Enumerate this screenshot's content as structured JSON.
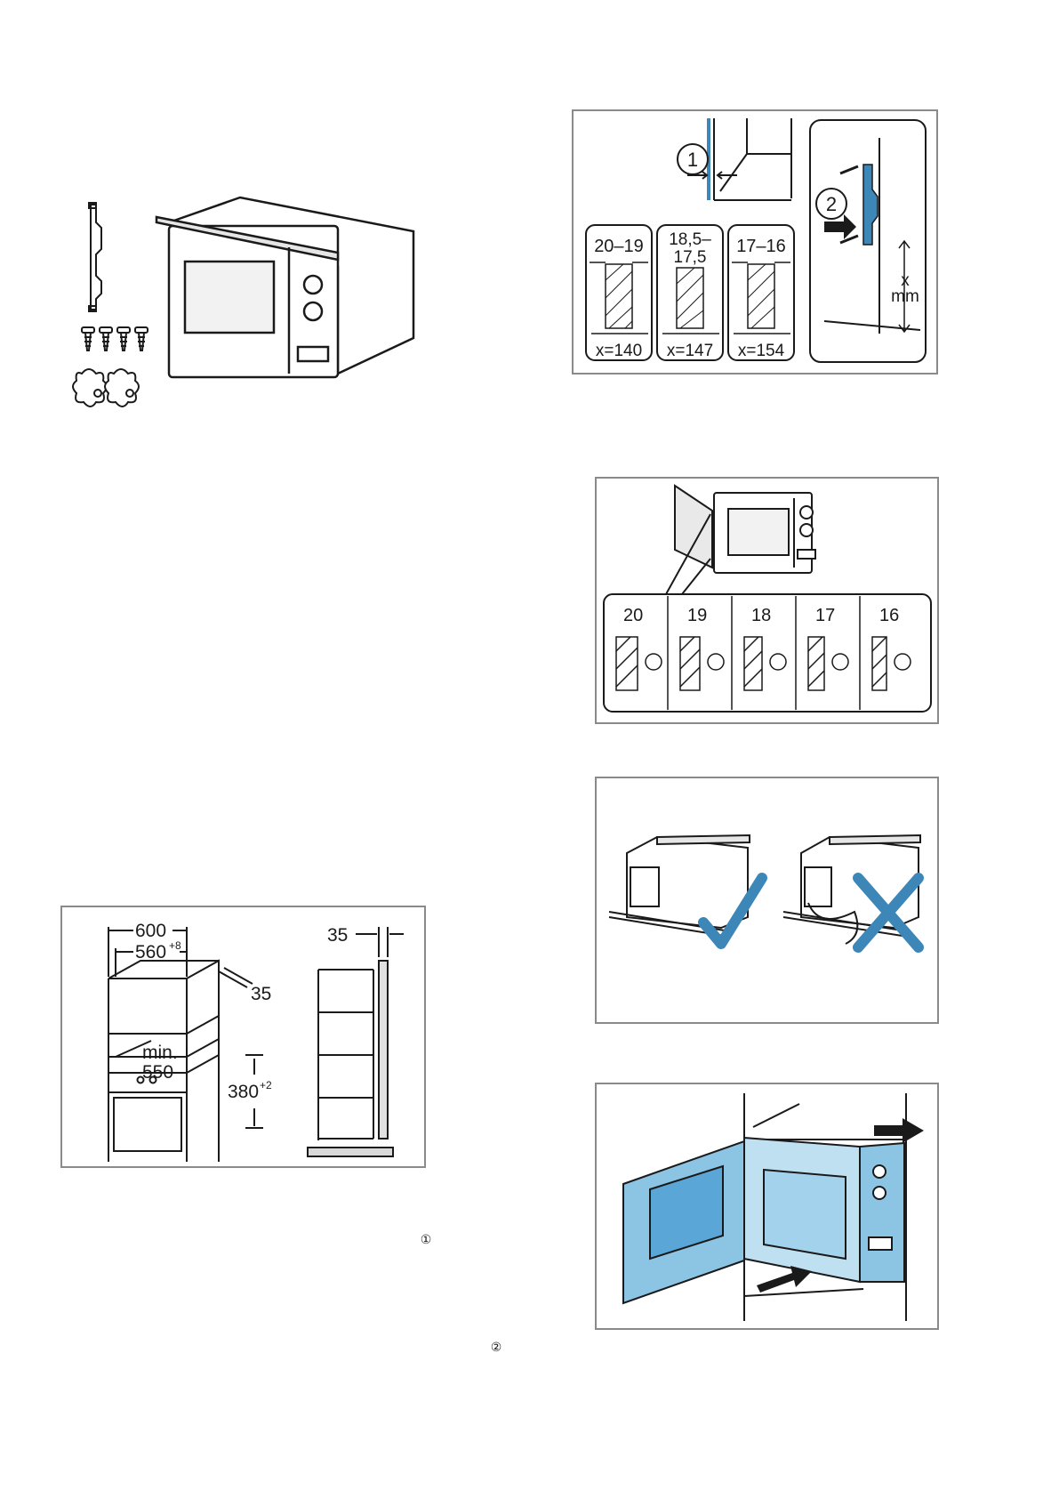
{
  "fig_wall": {
    "callouts": [
      "1",
      "2"
    ],
    "panels": [
      {
        "top1": "20–19",
        "top2": "",
        "bottom": "x=140"
      },
      {
        "top1": "18,5–",
        "top2": "17,5",
        "bottom": "x=147"
      },
      {
        "top1": "17–16",
        "top2": "",
        "bottom": "x=154"
      }
    ],
    "dim_x": "x",
    "dim_unit": "mm"
  },
  "fig_thickness": {
    "values": [
      "20",
      "19",
      "18",
      "17",
      "16"
    ]
  },
  "fig_niche": {
    "width": "600",
    "inner_width": "560",
    "inner_width_tol": "+8",
    "depth_top": "35",
    "depth_side": "35",
    "min_label": "min.",
    "min_value": "550",
    "height": "380",
    "height_tol": "+2"
  },
  "step_markers": [
    "①",
    "②"
  ]
}
